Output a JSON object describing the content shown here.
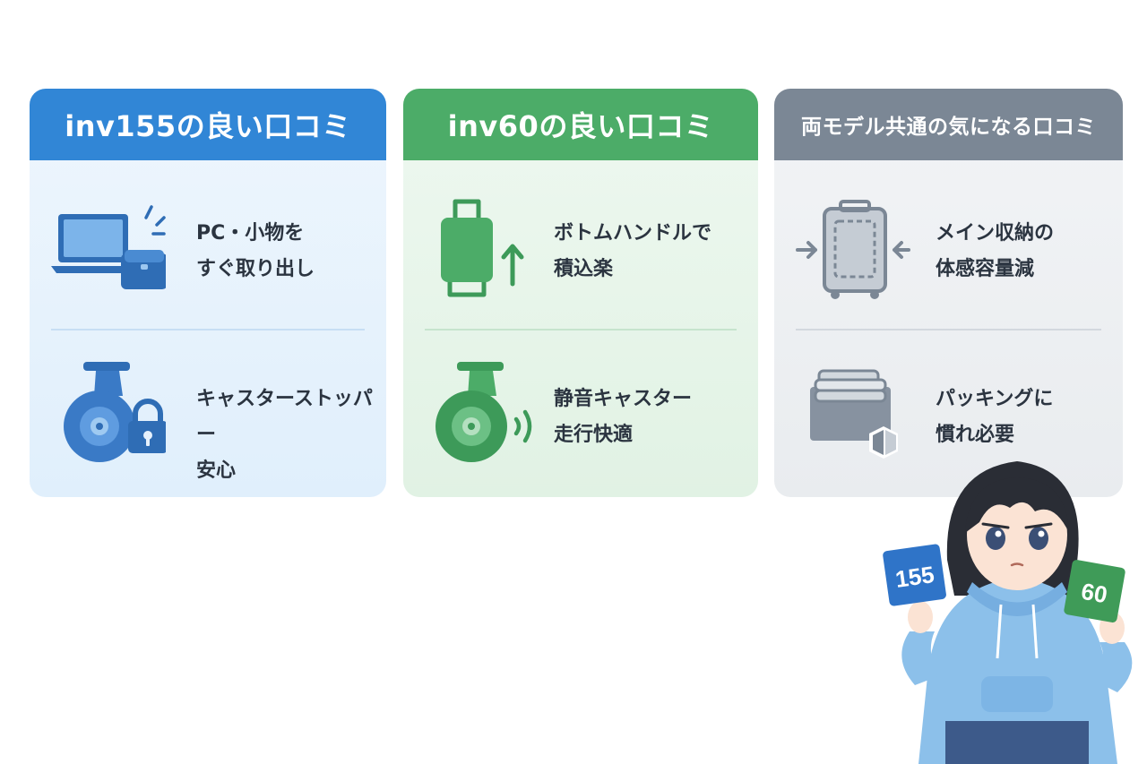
{
  "colors": {
    "inv155": "#3186d6",
    "inv60": "#4cac68",
    "common": "#7b8795"
  },
  "cards": [
    {
      "title": "inv155の良い口コミ",
      "items": [
        {
          "icon": "laptop-pouch-icon",
          "line1": "PC・小物を",
          "line2": "すぐ取り出し"
        },
        {
          "icon": "caster-lock-icon",
          "line1": "キャスターストッパー",
          "line2": "安心"
        }
      ]
    },
    {
      "title": "inv60の良い口コミ",
      "items": [
        {
          "icon": "suitcase-handle-icon",
          "line1": "ボトムハンドルで",
          "line2": "積込楽"
        },
        {
          "icon": "quiet-caster-icon",
          "line1": "静音キャスター",
          "line2": "走行快適"
        }
      ]
    },
    {
      "title": "両モデル共通の気になる口コミ",
      "items": [
        {
          "icon": "shrinking-suitcase-icon",
          "line1": "メイン収納の",
          "line2": "体感容量減"
        },
        {
          "icon": "packing-box-icon",
          "line1": "パッキングに",
          "line2": "慣れ必要"
        }
      ]
    }
  ],
  "character": {
    "left_card": "155",
    "right_card": "60"
  }
}
